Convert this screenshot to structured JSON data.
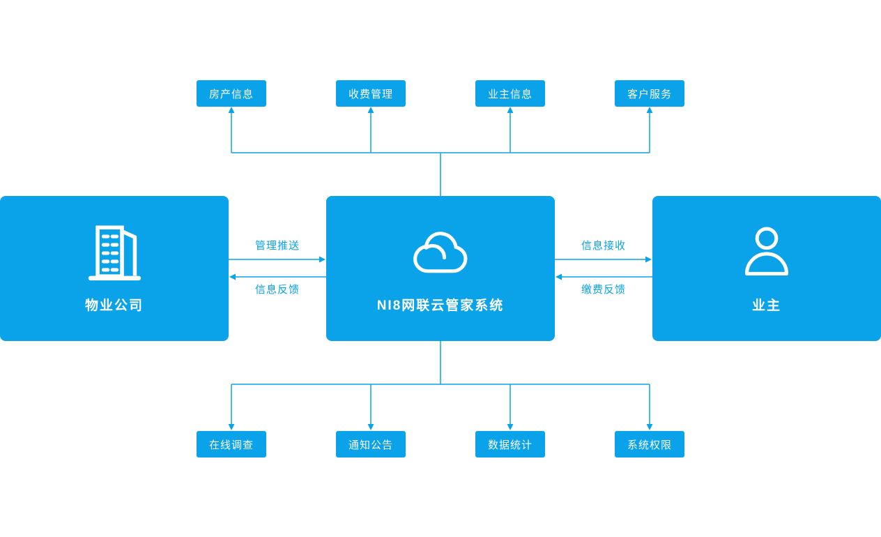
{
  "diagram": {
    "nodes": {
      "company": {
        "label": "物业公司",
        "icon": "building-icon"
      },
      "system": {
        "label": "NI8网联云管家系统",
        "icon": "cloud-icon"
      },
      "owner": {
        "label": "业主",
        "icon": "user-icon"
      }
    },
    "top_modules": [
      "房产信息",
      "收费管理",
      "业主信息",
      "客户服务"
    ],
    "bottom_modules": [
      "在线调查",
      "通知公告",
      "数据统计",
      "系统权限"
    ],
    "flows": {
      "manage_push": "管理推送",
      "info_feedback": "信息反馈",
      "info_receive": "信息接收",
      "payment_feedback": "缴费反馈"
    },
    "colors": {
      "accent": "#0AA2E8",
      "node_text": "#FFFFFF",
      "background": "#FFFFFF"
    }
  }
}
